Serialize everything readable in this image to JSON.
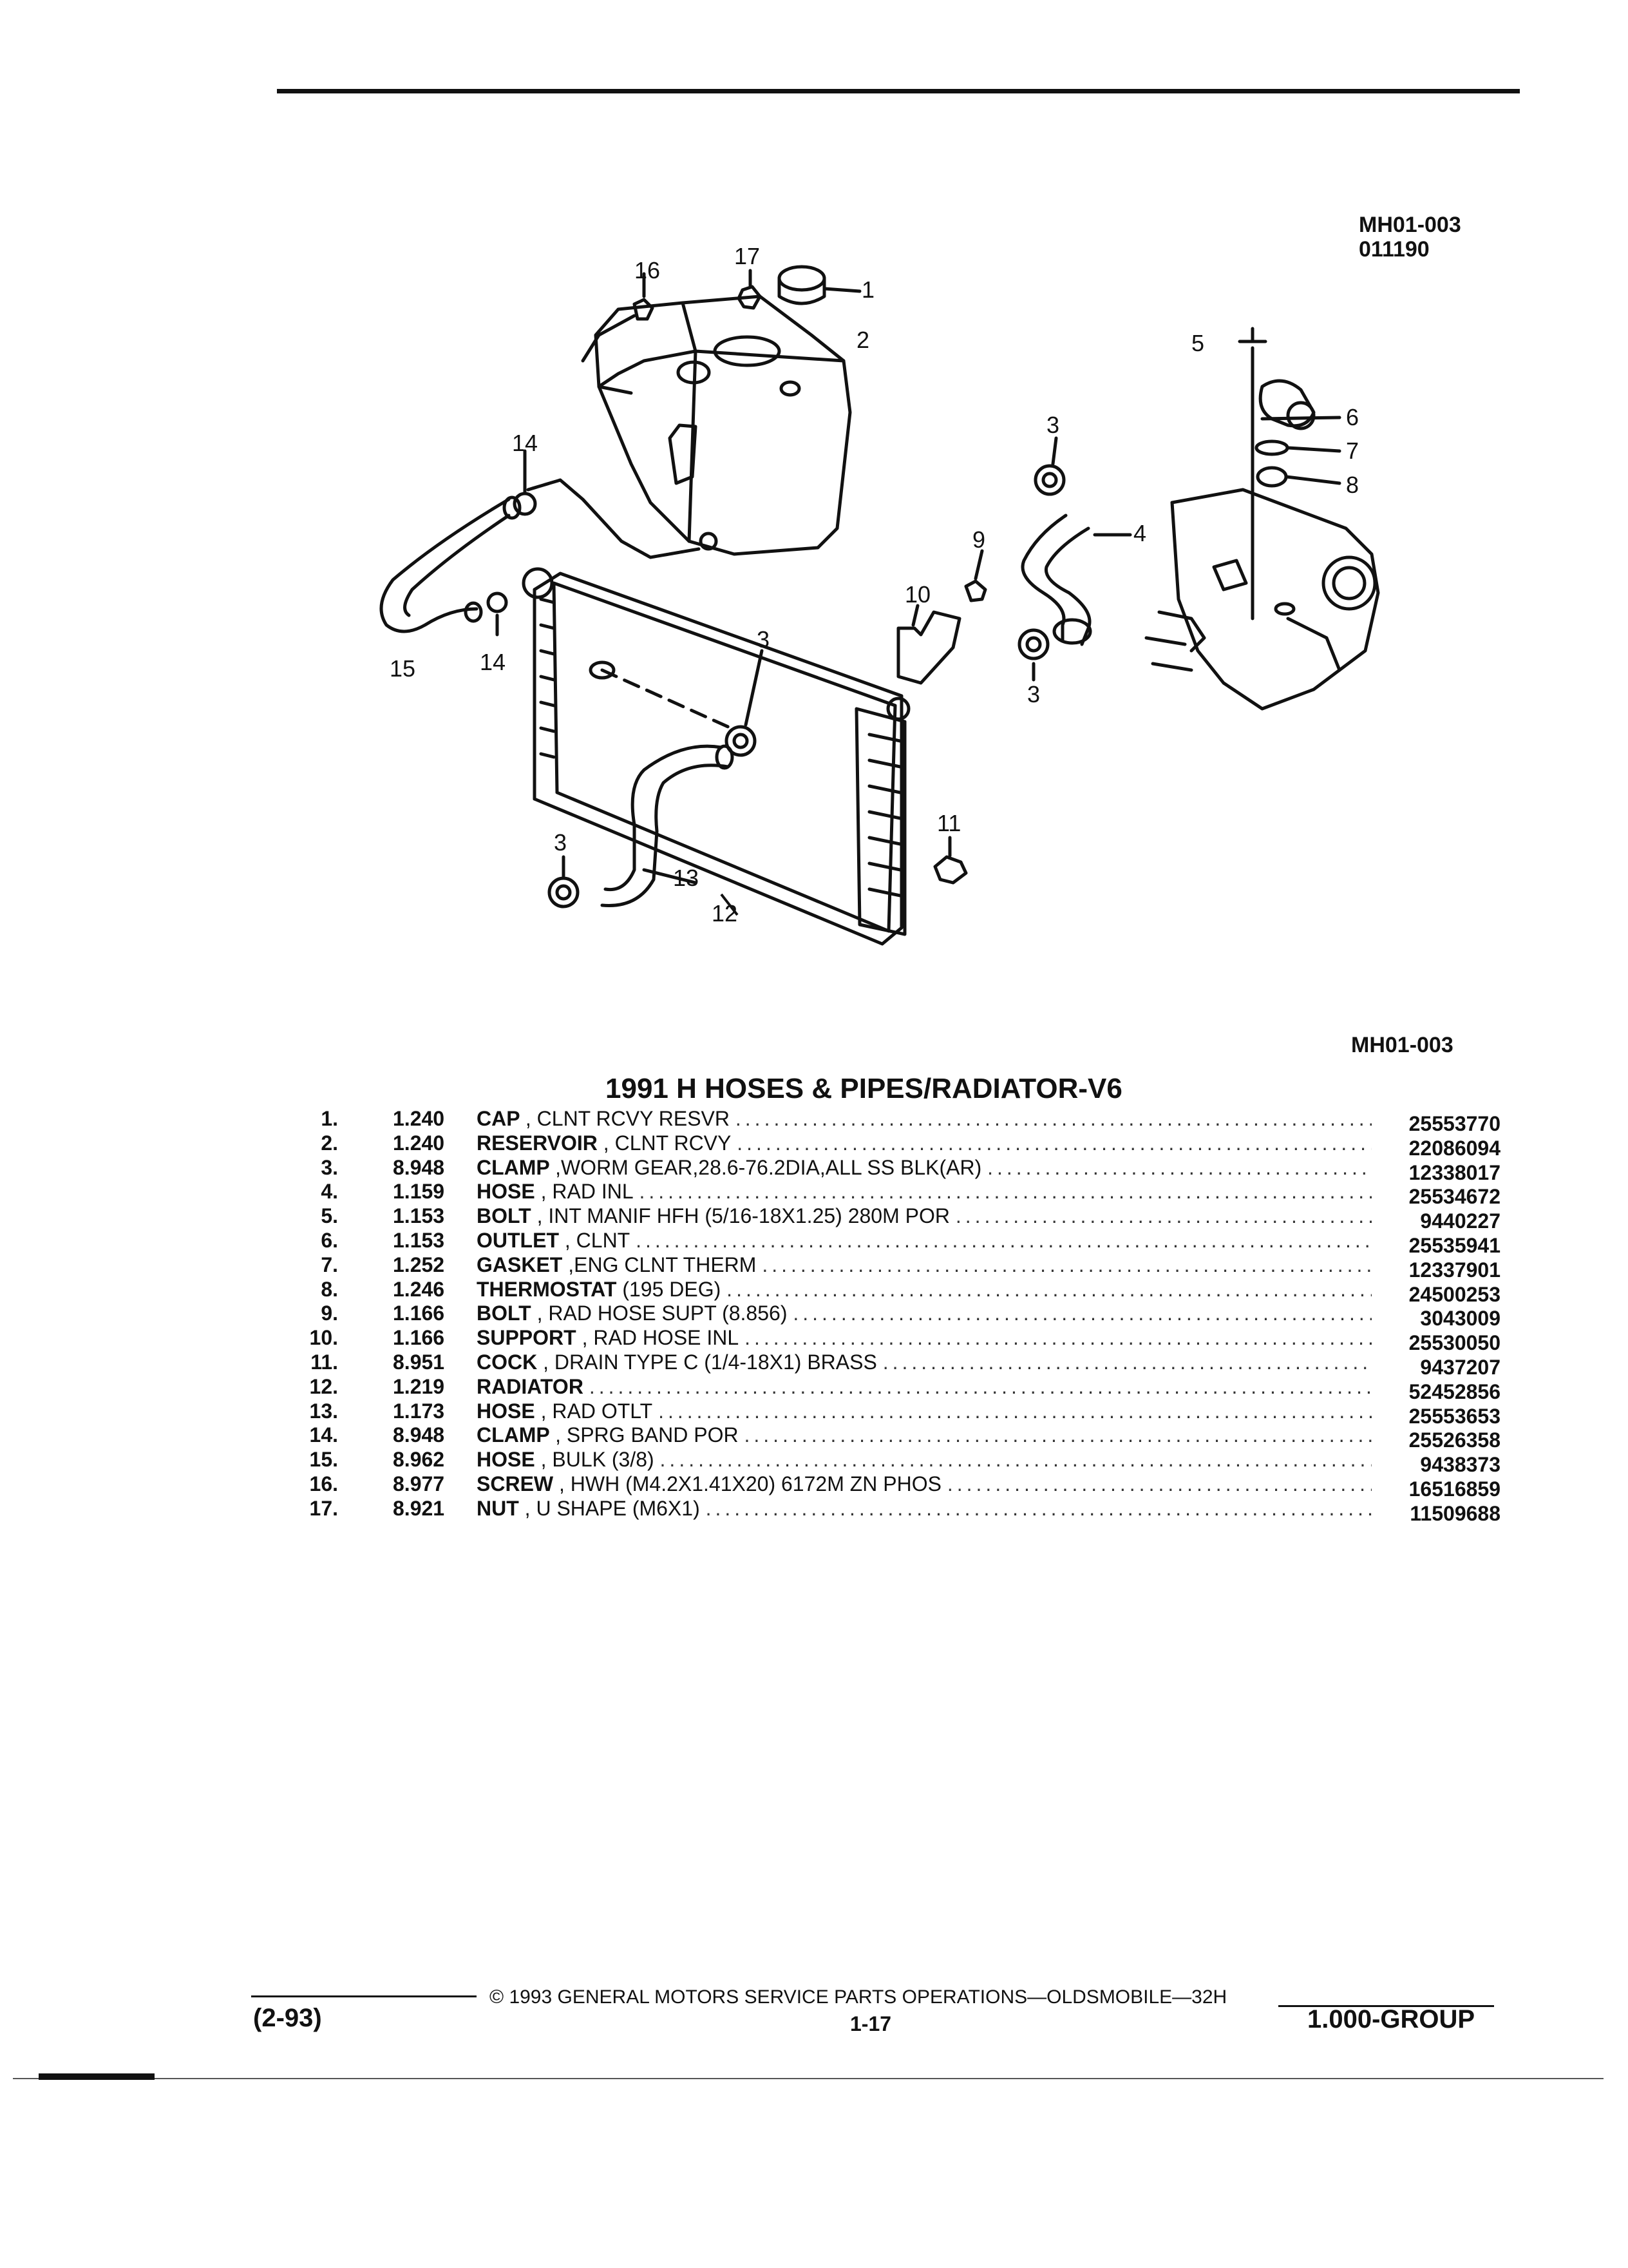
{
  "header": {
    "ref_code": "MH01-003",
    "ref_date": "011190"
  },
  "diagram": {
    "ref_code": "MH01-003",
    "callouts": [
      "16",
      "17",
      "1",
      "2",
      "5",
      "6",
      "3",
      "7",
      "14",
      "8",
      "4",
      "9",
      "10",
      "15",
      "14",
      "3",
      "3",
      "11",
      "3",
      "13",
      "12"
    ]
  },
  "section": {
    "title": "1991 H HOSES & PIPES/RADIATOR-V6"
  },
  "parts": [
    {
      "num": "1.",
      "group": "1.240",
      "name": "CAP",
      "detail": ", CLNT RCVY RESVR",
      "part_no": "25553770"
    },
    {
      "num": "2.",
      "group": "1.240",
      "name": "RESERVOIR",
      "detail": ", CLNT RCVY",
      "part_no": "22086094"
    },
    {
      "num": "3.",
      "group": "8.948",
      "name": "CLAMP",
      "detail": ",WORM GEAR,28.6-76.2DIA,ALL SS BLK(AR)",
      "part_no": "12338017"
    },
    {
      "num": "4.",
      "group": "1.159",
      "name": "HOSE",
      "detail": ", RAD INL",
      "part_no": "25534672"
    },
    {
      "num": "5.",
      "group": "1.153",
      "name": "BOLT",
      "detail": ", INT MANIF HFH (5/16-18X1.25) 280M POR",
      "part_no": "9440227"
    },
    {
      "num": "6.",
      "group": "1.153",
      "name": "OUTLET",
      "detail": ", CLNT",
      "part_no": "25535941"
    },
    {
      "num": "7.",
      "group": "1.252",
      "name": "GASKET",
      "detail": ",ENG CLNT THERM",
      "part_no": "12337901"
    },
    {
      "num": "8.",
      "group": "1.246",
      "name": "THERMOSTAT",
      "detail": "(195 DEG)",
      "part_no": "24500253"
    },
    {
      "num": "9.",
      "group": "1.166",
      "name": "BOLT",
      "detail": ", RAD HOSE SUPT (8.856)",
      "part_no": "3043009"
    },
    {
      "num": "10.",
      "group": "1.166",
      "name": "SUPPORT",
      "detail": ", RAD HOSE INL",
      "part_no": "25530050"
    },
    {
      "num": "11.",
      "group": "8.951",
      "name": "COCK",
      "detail": ", DRAIN TYPE C (1/4-18X1) BRASS",
      "part_no": "9437207"
    },
    {
      "num": "12.",
      "group": "1.219",
      "name": "RADIATOR",
      "detail": "",
      "part_no": "52452856"
    },
    {
      "num": "13.",
      "group": "1.173",
      "name": "HOSE",
      "detail": ", RAD OTLT",
      "part_no": "25553653"
    },
    {
      "num": "14.",
      "group": "8.948",
      "name": "CLAMP",
      "detail": ", SPRG BAND POR",
      "part_no": "25526358"
    },
    {
      "num": "15.",
      "group": "8.962",
      "name": "HOSE",
      "detail": ", BULK (3/8)",
      "part_no": "9438373"
    },
    {
      "num": "16.",
      "group": "8.977",
      "name": "SCREW",
      "detail": ", HWH (M4.2X1.41X20) 6172M ZN PHOS",
      "part_no": "16516859"
    },
    {
      "num": "17.",
      "group": "8.921",
      "name": "NUT",
      "detail": ", U SHAPE (M6X1)",
      "part_no": "11509688"
    }
  ],
  "footer": {
    "edition": "(2-93)",
    "copyright": "© 1993 GENERAL MOTORS SERVICE PARTS OPERATIONS—OLDSMOBILE—32H",
    "page": "1-17",
    "group": "1.000-GROUP"
  }
}
